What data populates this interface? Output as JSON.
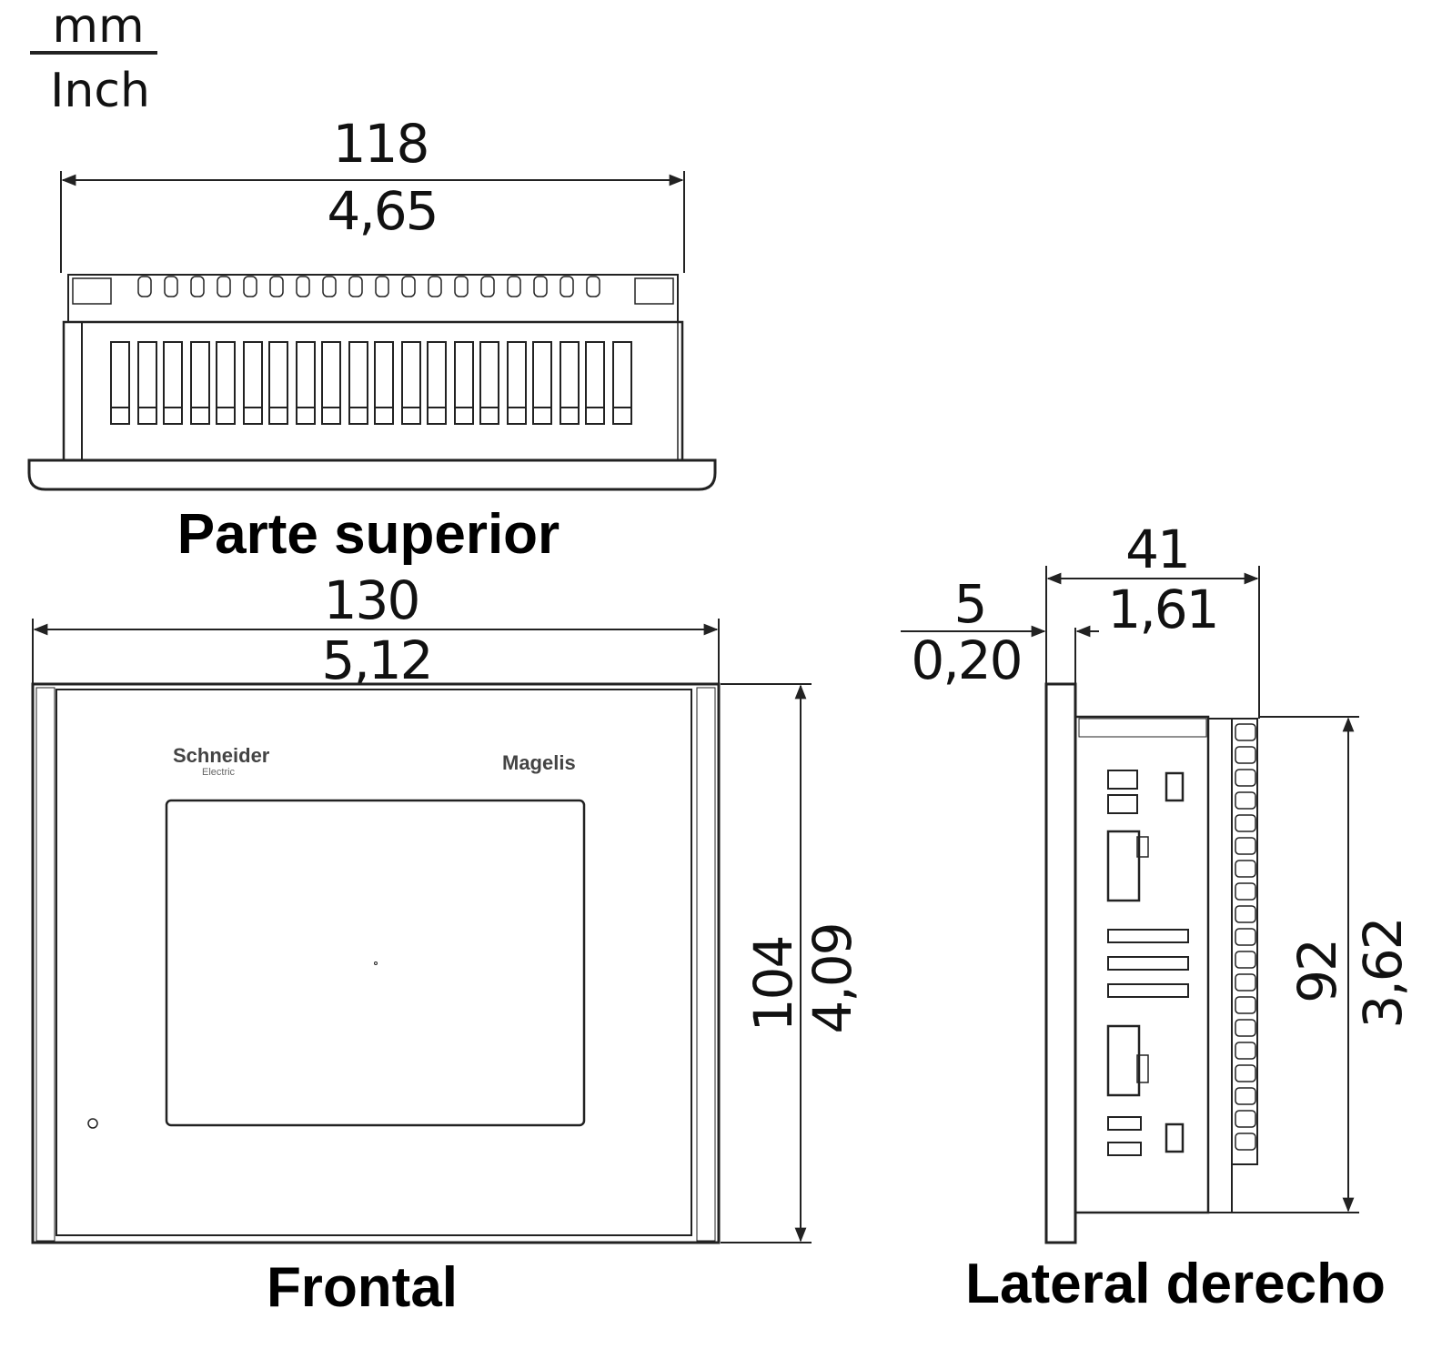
{
  "units": {
    "top": "mm",
    "bottom": "Inch"
  },
  "views": {
    "top": {
      "title": "Parte superior",
      "width": {
        "mm": "118",
        "inch": "4,65"
      }
    },
    "front": {
      "title": "Frontal",
      "width": {
        "mm": "130",
        "inch": "5,12"
      },
      "height": {
        "mm": "104",
        "inch": "4,09"
      },
      "brand_left": "Schneider",
      "brand_left_sub": "Electric",
      "brand_right": "Magelis"
    },
    "side": {
      "title": "Lateral derecho",
      "depth": {
        "mm": "41",
        "inch": "1,61"
      },
      "bezel": {
        "mm": "5",
        "inch": "0,20"
      },
      "height": {
        "mm": "92",
        "inch": "3,62"
      }
    }
  },
  "colors": {
    "line": "#222222",
    "panel_fill": "#f2f2f2",
    "bezel_fill": "#bdbdbd"
  }
}
